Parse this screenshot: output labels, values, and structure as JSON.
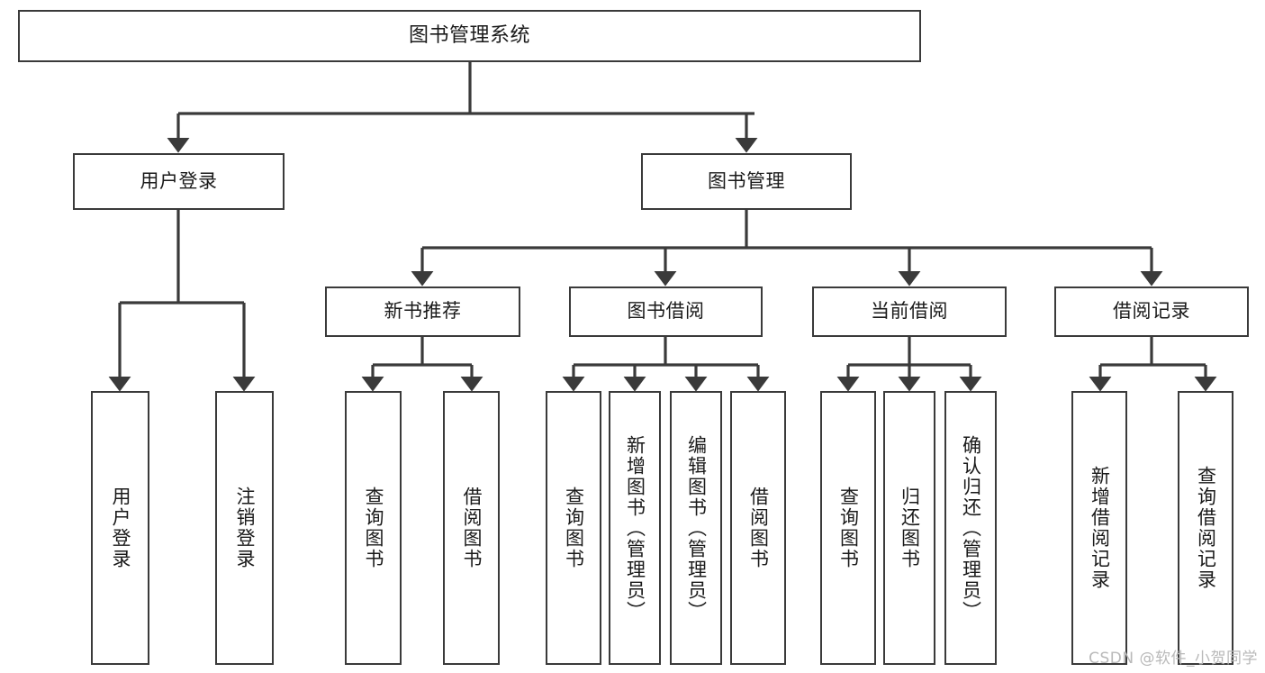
{
  "diagram": {
    "type": "tree-hierarchy-chart",
    "title": "图书管理系统",
    "colors": {
      "box_border": "#3a3a3a",
      "box_fill": "#ffffff",
      "connector": "#3a3a3a",
      "text": "#1a1a1a",
      "watermark": "#b9b9b9",
      "background": "#ffffff"
    },
    "root": {
      "label": "图书管理系统"
    },
    "level1": [
      {
        "label": "用户登录"
      },
      {
        "label": "图书管理"
      }
    ],
    "level2": [
      {
        "label": "新书推荐"
      },
      {
        "label": "图书借阅"
      },
      {
        "label": "当前借阅"
      },
      {
        "label": "借阅记录"
      }
    ],
    "leaves": {
      "user_login": [
        {
          "label": "用户登录"
        },
        {
          "label": "注销登录"
        }
      ],
      "new_book_recommend": [
        {
          "label": "查询图书"
        },
        {
          "label": "借阅图书"
        }
      ],
      "book_borrow": [
        {
          "label": "查询图书"
        },
        {
          "label": "新增图书（管理员）"
        },
        {
          "label": "编辑图书（管理员）"
        },
        {
          "label": "借阅图书"
        }
      ],
      "current_borrow": [
        {
          "label": "查询图书"
        },
        {
          "label": "归还图书"
        },
        {
          "label": "确认归还（管理员）"
        }
      ],
      "borrow_record": [
        {
          "label": "新增借阅记录"
        },
        {
          "label": "查询借阅记录"
        }
      ]
    }
  },
  "watermark": {
    "text": "CSDN @软件_小贺同学"
  }
}
